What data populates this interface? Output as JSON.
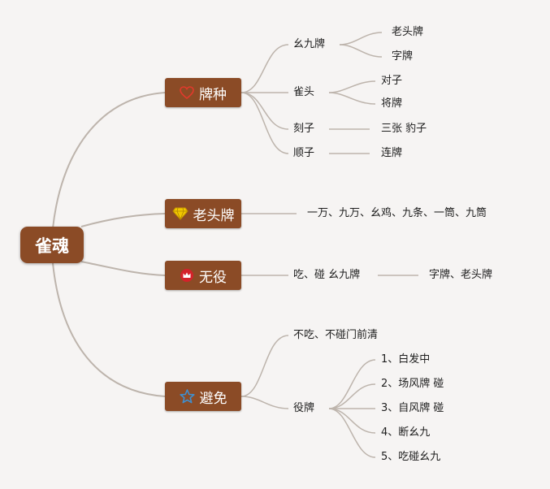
{
  "root": {
    "label": "雀魂"
  },
  "branches": [
    {
      "label": "牌种",
      "icon": "heart-icon"
    },
    {
      "label": "老头牌",
      "icon": "diamond-icon"
    },
    {
      "label": "无役",
      "icon": "crown-icon"
    },
    {
      "label": "避免",
      "icon": "star-icon"
    }
  ],
  "paizhong": {
    "yaojiu": {
      "label": "幺九牌",
      "children": [
        "老头牌",
        "字牌"
      ]
    },
    "quetou": {
      "label": "雀头",
      "children": [
        "对子",
        "将牌"
      ]
    },
    "kezi": {
      "label": "刻子",
      "children": [
        "三张 豹子"
      ]
    },
    "shunzi": {
      "label": "顺子",
      "children": [
        "连牌"
      ]
    }
  },
  "laotou": {
    "items": "一万、九万、幺鸡、九条、一筒、九筒"
  },
  "wuyi": {
    "label": "吃、碰 幺九牌",
    "child": "字牌、老头牌"
  },
  "bimian": {
    "first": "不吃、不碰门前清",
    "yipai": {
      "label": "役牌",
      "children": [
        "1、白发中",
        "2、场风牌 碰",
        "3、自风牌 碰",
        "4、断幺九",
        "5、吃碰幺九"
      ]
    }
  },
  "colors": {
    "node": "#8b4b26",
    "line": "#bdb4ac",
    "background": "#f6f4f3"
  }
}
